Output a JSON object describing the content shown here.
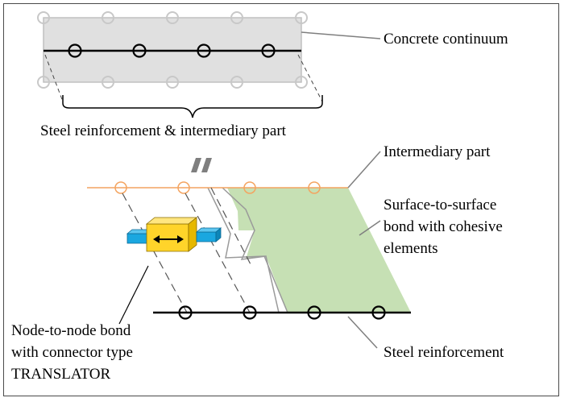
{
  "labels": {
    "concrete_continuum": "Concrete continuum",
    "steel_reinforcement_intermediary": "Steel reinforcement & intermediary part",
    "intermediary_part": "Intermediary part",
    "surface_bond_line1": "Surface-to-surface",
    "surface_bond_line2": "bond with cohesive",
    "surface_bond_line3": "elements",
    "node_bond_line1": "Node-to-node bond",
    "node_bond_line2": "with connector type",
    "node_bond_line3": "TRANSLATOR",
    "steel_reinforcement": "Steel reinforcement"
  },
  "colors": {
    "concrete_fill": "#e0e0e0",
    "concrete_node": "#c8c8c8",
    "steel": "#000000",
    "intermediary_line": "#f4a460",
    "cohesive_fill": "#c6e0b4",
    "connector_yellow": "#ffd42a",
    "connector_blue": "#1aa7e0",
    "break_mark": "#7f7f7f"
  }
}
